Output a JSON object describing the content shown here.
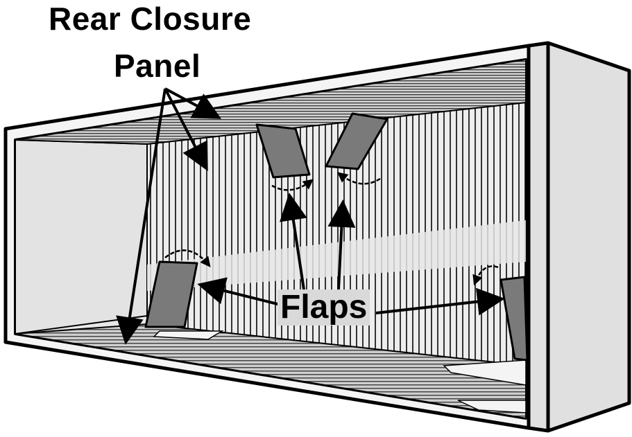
{
  "labels": {
    "panel_title_line1": "Rear Closure",
    "panel_title_line2": "Panel",
    "flaps": "Flaps"
  },
  "icons": {
    "pointer": "arrow-icon",
    "rotation": "curved-arrow-icon"
  },
  "colors": {
    "ink": "#000000",
    "panel_fill": "#e6e6e6",
    "wall_fill": "#cfcfcf",
    "flap_fill": "#7a7a7a",
    "label_bg": "#d9d9d9"
  }
}
